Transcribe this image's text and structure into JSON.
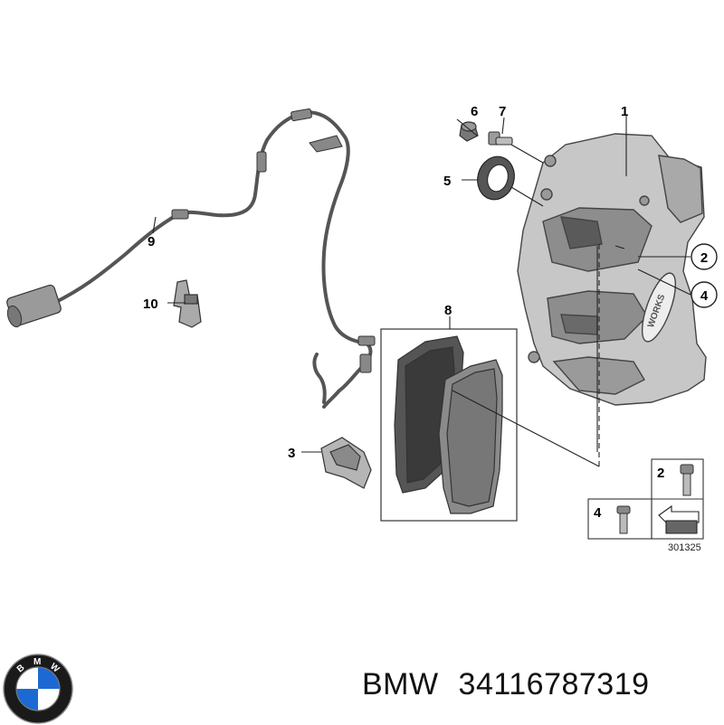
{
  "diagram": {
    "callouts": {
      "c1": "1",
      "c2": "2",
      "c3": "3",
      "c4": "4",
      "c5": "5",
      "c6": "6",
      "c7": "7",
      "c8": "8",
      "c9": "9",
      "c10": "10",
      "legend2": "2",
      "legend4": "4"
    },
    "reference_code": "301325",
    "caliper_logo_text": "WORKS"
  },
  "footer": {
    "brand": "BMW",
    "part_number": "34116787319"
  },
  "logo": {
    "letters": [
      "B",
      "M",
      "W"
    ],
    "colors": {
      "blue": "#1c69d4",
      "ring": "#1a1a1a",
      "white": "#ffffff"
    }
  }
}
